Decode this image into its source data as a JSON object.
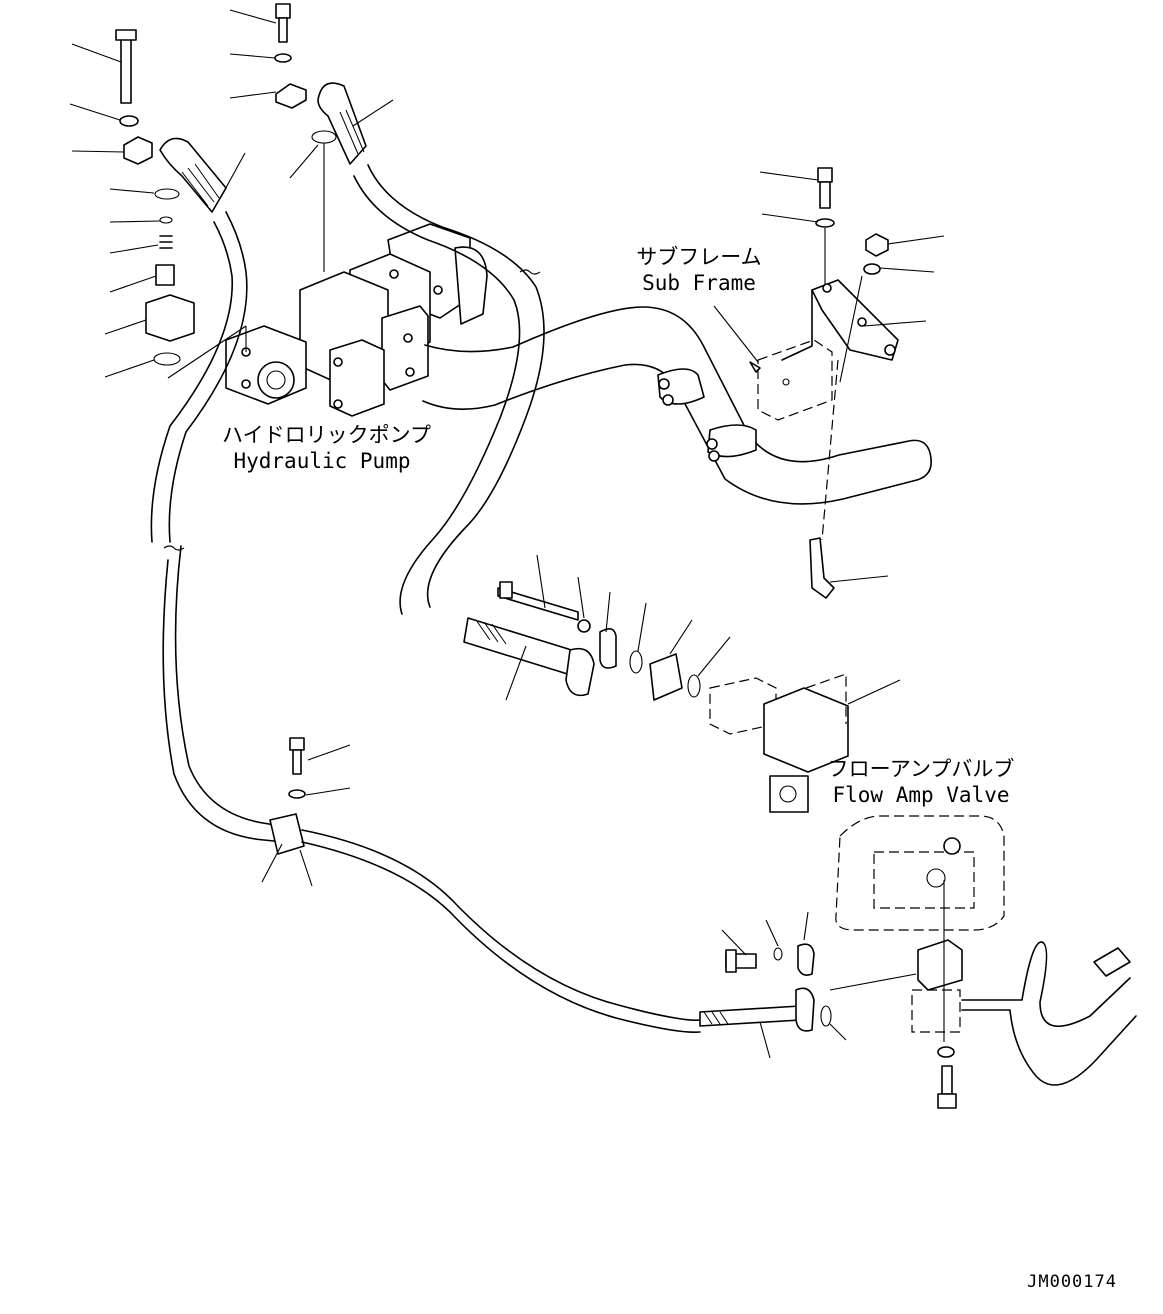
{
  "labels": {
    "hydraulic_pump_jp": "ハイドロリックポンプ",
    "hydraulic_pump_en": "Hydraulic Pump",
    "sub_frame_jp": "サブフレーム",
    "sub_frame_en": "Sub Frame",
    "flow_amp_valve_jp": "フローアンプバルブ",
    "flow_amp_valve_en": "Flow Amp Valve"
  },
  "drawing_code": "JM000174"
}
